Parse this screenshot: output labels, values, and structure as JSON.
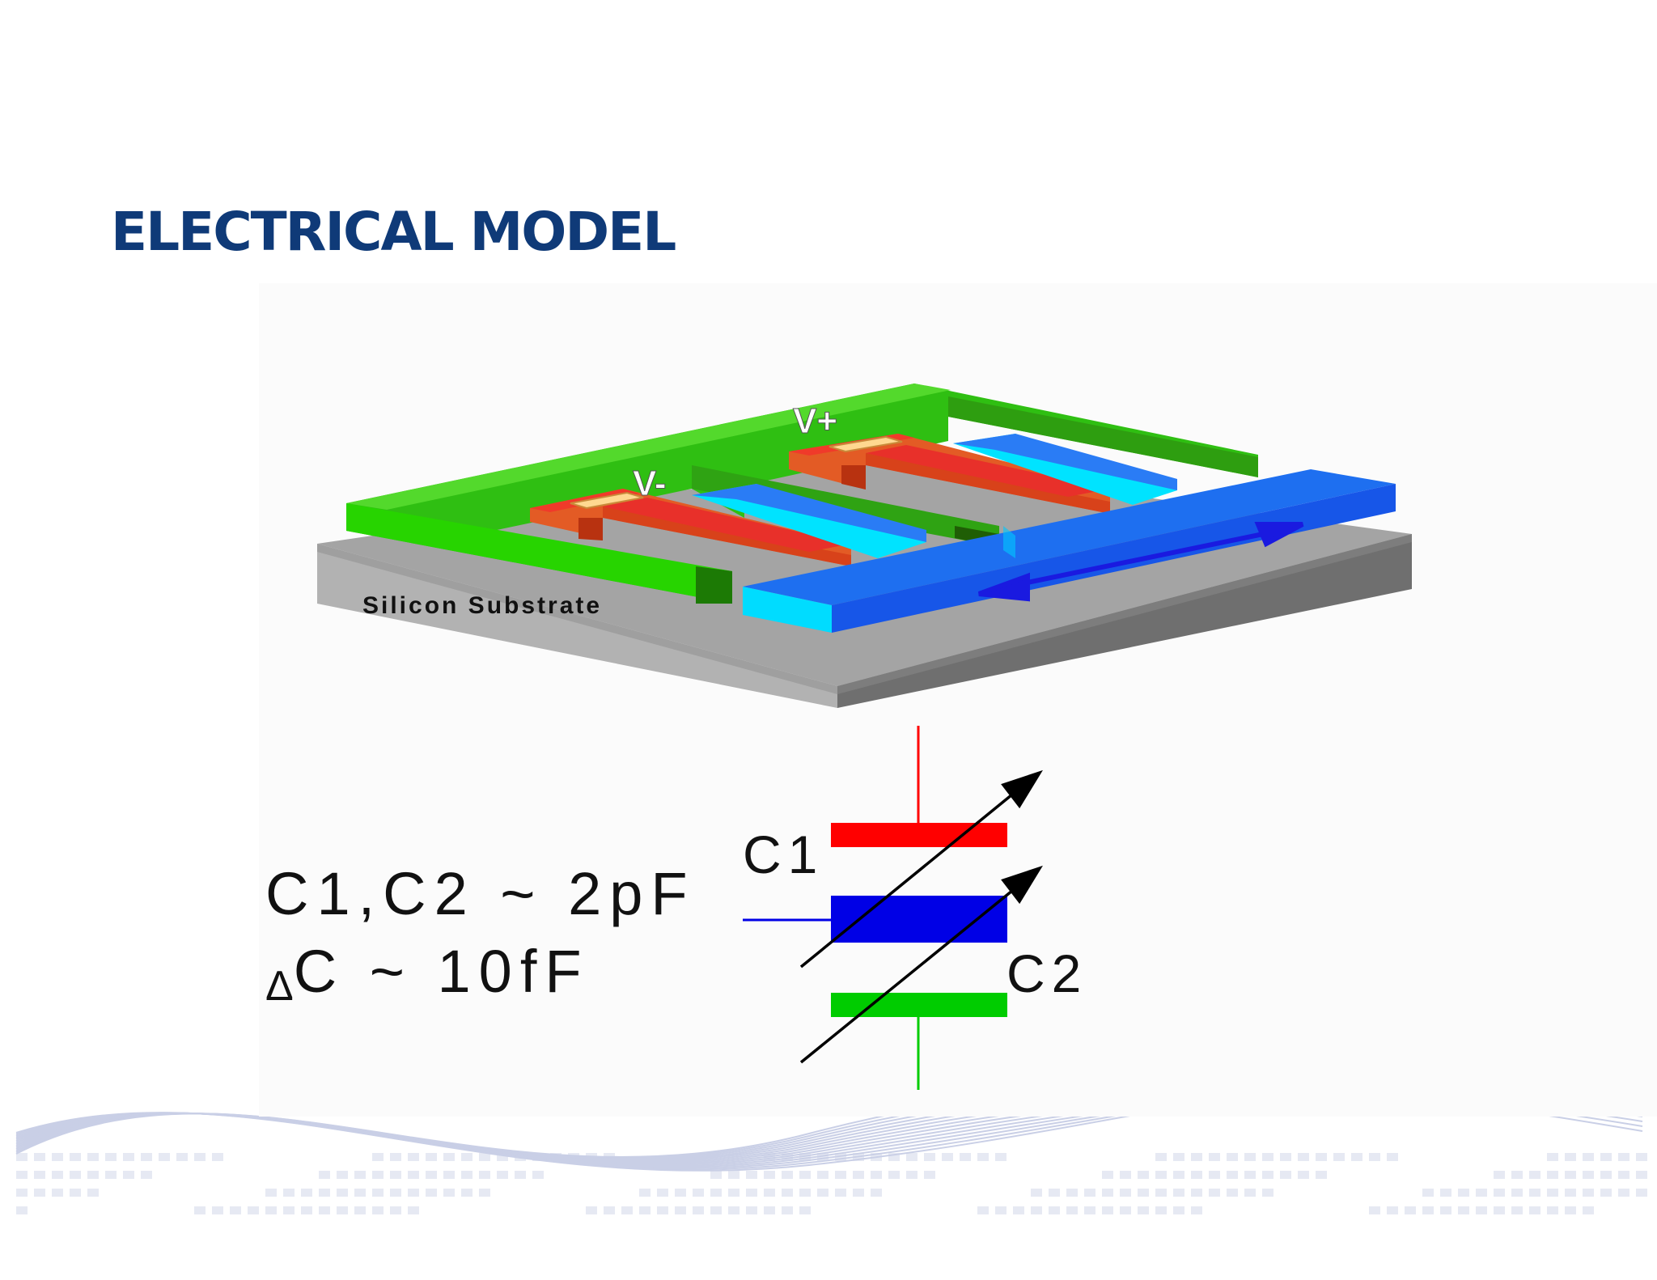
{
  "title": "ELECTRICAL MODEL",
  "device": {
    "substrate_label": "Silicon Substrate",
    "v_minus_label": "V-",
    "v_plus_label": "V+"
  },
  "equations": {
    "line1": "C1,C2 ~ 2pF",
    "line2_symbol": "Δ",
    "line2_text": "C ~ 10fF"
  },
  "schematic": {
    "c1_label": "C1",
    "c2_label": "C2"
  },
  "colors": {
    "title": "#0f3a78",
    "top_plate": "#ff0000",
    "middle_plate": "#0000e6",
    "bottom_plate": "#00cc00",
    "anchor_green": "#33cc11",
    "electrode_orange": "#e85a20",
    "proof_mass_blue": "#1e6ff0",
    "proof_mass_cyan": "#00e0ff",
    "substrate_grey": "#9a9a9a"
  }
}
